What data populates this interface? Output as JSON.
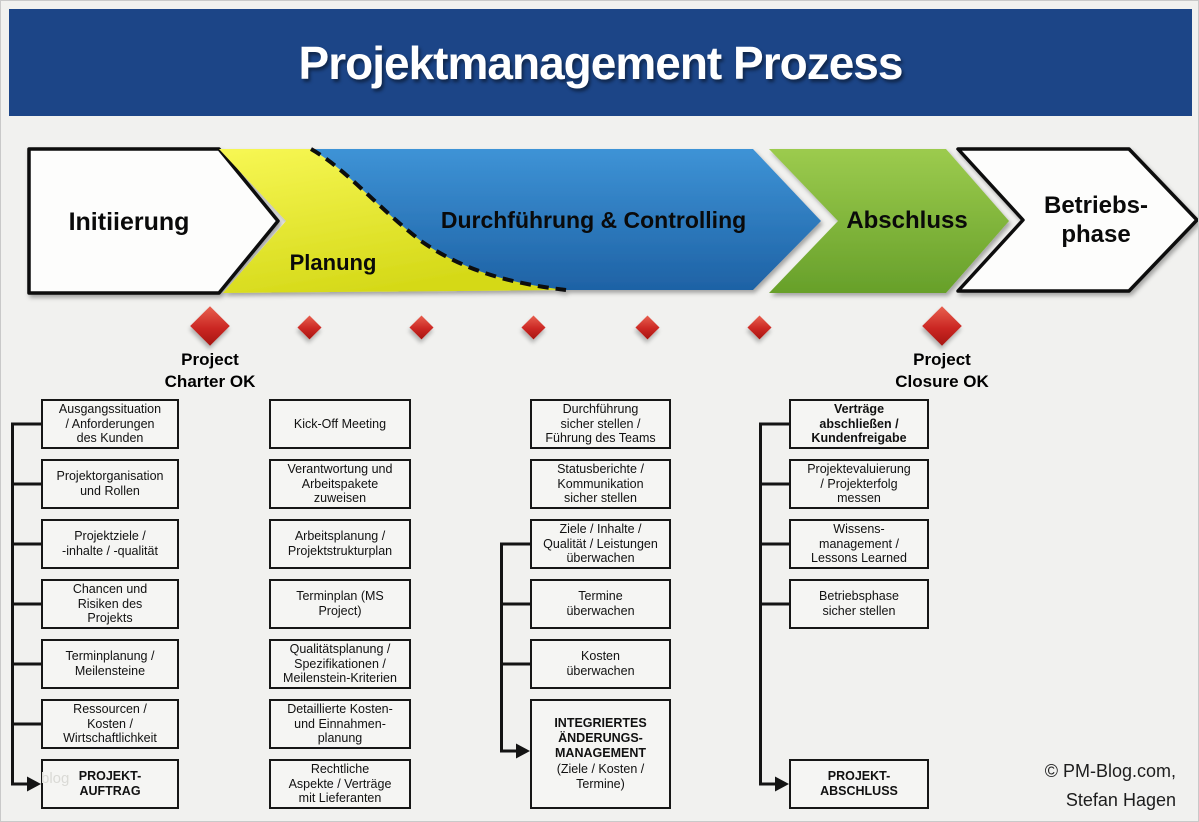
{
  "header": {
    "title": "Projektmanagement Prozess",
    "background_color": "#1c4587",
    "text_color": "#ffffff"
  },
  "phases": [
    {
      "label": "Initiierung",
      "style": "white-outline"
    },
    {
      "label": "Planung",
      "color": "#e3e32a"
    },
    {
      "label": "Durchführung & Controlling",
      "color": "#2a78bd"
    },
    {
      "label": "Abschluss",
      "color": "#82b93c"
    },
    {
      "label": "Betriebs-\nphase",
      "style": "white-outline"
    }
  ],
  "milestones": {
    "diamond_color": "#cb2723",
    "major": [
      {
        "label": "Project\nCharter OK"
      },
      {
        "label": "Project\nClosure OK"
      }
    ],
    "minor_count": 5
  },
  "columns": [
    {
      "phase": "Initiierung",
      "boxes": [
        {
          "label": "Ausgangssituation\n/ Anforderungen\ndes Kunden"
        },
        {
          "label": "Projektorganisation\nund Rollen"
        },
        {
          "label": "Projektziele /\n-inhalte / -qualität"
        },
        {
          "label": "Chancen und\nRisiken des\nProjekts"
        },
        {
          "label": "Terminplanung /\nMeilensteine"
        },
        {
          "label": "Ressourcen /\nKosten /\nWirtschaftlichkeit"
        },
        {
          "label": "PROJEKT-\nAUFTRAG",
          "bold": true
        }
      ]
    },
    {
      "phase": "Planung",
      "boxes": [
        {
          "label": "Kick-Off Meeting"
        },
        {
          "label": "Verantwortung und\nArbeitspakete\nzuweisen"
        },
        {
          "label": "Arbeitsplanung /\nProjektstrukturplan"
        },
        {
          "label": "Terminplan (MS\nProject)"
        },
        {
          "label": "Qualitätsplanung /\nSpezifikationen /\nMeilenstein-Kriterien"
        },
        {
          "label": "Detaillierte Kosten-\nund Einnahmen-\nplanung"
        },
        {
          "label": "Rechtliche\nAspekte / Verträge\nmit Lieferanten"
        }
      ]
    },
    {
      "phase": "Durchführung & Controlling",
      "boxes": [
        {
          "label": "Durchführung\nsicher stellen /\nFührung des Teams"
        },
        {
          "label": "Statusberichte /\nKommunikation\nsicher stellen"
        },
        {
          "label": "Ziele / Inhalte /\nQualität / Leistungen\nüberwachen"
        },
        {
          "label": "Termine\nüberwachen"
        },
        {
          "label": "Kosten\nüberwachen"
        },
        {
          "label": "INTEGRIERTES\nÄNDERUNGS-\nMANAGEMENT",
          "sublabel": "(Ziele / Kosten /\nTermine)",
          "bold": true
        }
      ]
    },
    {
      "phase": "Abschluss",
      "boxes": [
        {
          "label": "Verträge\nabschließen /\nKundenfreigabe",
          "bold": true
        },
        {
          "label": "Projektevaluierung\n/ Projekterfolg\nmessen"
        },
        {
          "label": "Wissens-\nmanagement /\nLessons Learned"
        },
        {
          "label": "Betriebsphase\nsicher stellen"
        },
        {
          "label": "PROJEKT-\nABSCHLUSS",
          "bold": true
        }
      ]
    }
  ],
  "watermark": "blog",
  "credit": "© PM-Blog.com,\nStefan Hagen"
}
